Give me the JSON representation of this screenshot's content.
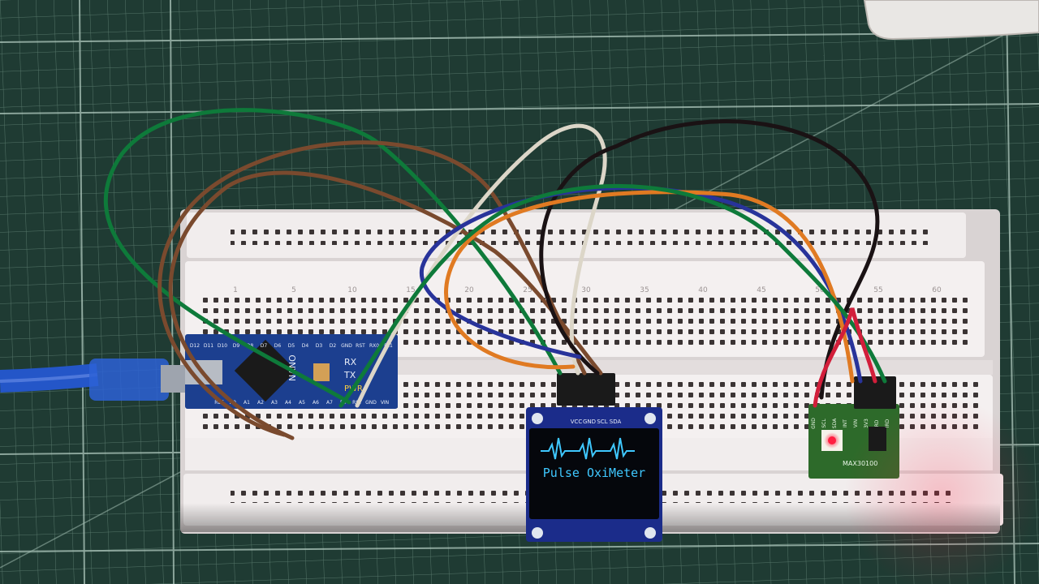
{
  "oled": {
    "title": "Pulse OxiMeter",
    "pins": [
      "VCC",
      "GND",
      "SCL",
      "SDA"
    ],
    "text_color": "#3fc8ff"
  },
  "nano": {
    "board_label": "NANO",
    "top_pins": [
      "D12",
      "D11",
      "D10",
      "D9",
      "D8",
      "D7",
      "D6",
      "D5",
      "D4",
      "D3",
      "D2",
      "GND",
      "RST",
      "RX0",
      "TX1"
    ],
    "bottom_pins": [
      "REF",
      "A0",
      "A1",
      "A2",
      "A3",
      "A4",
      "A5",
      "A6",
      "A7",
      "5V",
      "RST",
      "GND",
      "VIN"
    ],
    "side_labels": [
      "RX",
      "TX",
      "PWR"
    ],
    "color": "#1c3f8f"
  },
  "sensor": {
    "pins": [
      "GND",
      "SCL",
      "SDA",
      "INT",
      "VIN",
      "3V3",
      "RD",
      "IRD"
    ],
    "chip_label": "MAX30100",
    "led_color": "#ff2040",
    "color": "#2d6a2a"
  },
  "breadboard": {
    "row_markers": [
      "1",
      "5",
      "10",
      "15",
      "20",
      "25",
      "30",
      "35",
      "40",
      "45",
      "50",
      "55",
      "60"
    ]
  },
  "colors": {
    "mat": "#1f3b33",
    "grid": "#8fb2a3",
    "breadboard": "#f1eded",
    "wire_green": "#0e7a3a",
    "wire_brown": "#7a4a2e",
    "wire_white": "#dcd6c8",
    "wire_black": "#1a1214",
    "wire_blue": "#28339a",
    "wire_orange": "#e07a22",
    "wire_red": "#d21e3a",
    "usb_cable": "#2456c8"
  }
}
